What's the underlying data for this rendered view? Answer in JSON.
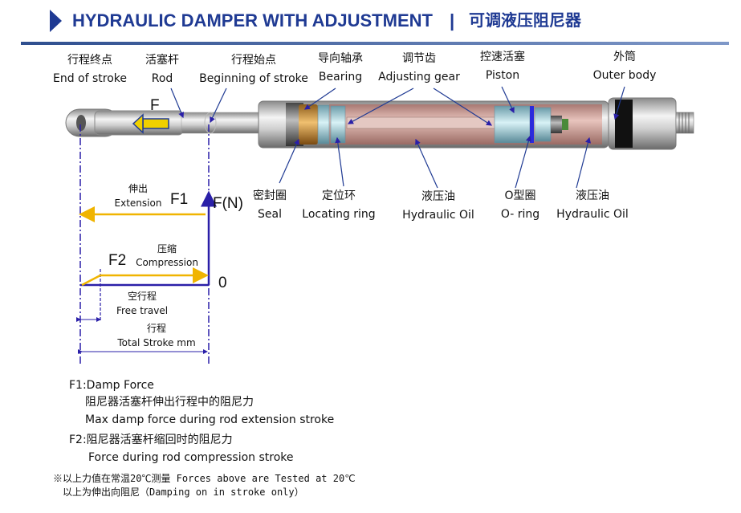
{
  "header": {
    "title_en": "HYDRAULIC DAMPER WITH ADJUSTMENT",
    "separator": "|",
    "title_cn": "可调液压阻尼器"
  },
  "labels": {
    "end_of_stroke": {
      "cn": "行程终点",
      "en": "End of stroke"
    },
    "rod": {
      "cn": "活塞杆",
      "en": "Rod"
    },
    "beginning_of_stroke": {
      "cn": "行程始点",
      "en": "Beginning of stroke"
    },
    "bearing": {
      "cn": "导向轴承",
      "en": "Bearing"
    },
    "adjusting_gear": {
      "cn": "调节齿",
      "en": "Adjusting gear"
    },
    "piston": {
      "cn": "控速活塞",
      "en": "Piston"
    },
    "outer_body": {
      "cn": "外筒",
      "en": "Outer body"
    },
    "seal": {
      "cn": "密封圈",
      "en": "Seal"
    },
    "locating_ring": {
      "cn": "定位环",
      "en": "Locating ring"
    },
    "hydraulic_oil_1": {
      "cn": "液压油",
      "en": "Hydraulic Oil"
    },
    "o_ring": {
      "cn": "O型圈",
      "en": "O- ring"
    },
    "hydraulic_oil_2": {
      "cn": "液压油",
      "en": "Hydraulic Oil"
    }
  },
  "force_diagram": {
    "force_label": "F",
    "axis_label": "F(N)",
    "zero_label": "0",
    "f1": "F1",
    "f2": "F2",
    "extension": {
      "cn": "伸出",
      "en": "Extension"
    },
    "compression": {
      "cn": "压缩",
      "en": "Compression"
    },
    "free_travel": {
      "cn": "空行程",
      "en": "Free travel"
    },
    "total_stroke": {
      "cn": "行程",
      "en": "Total Stroke mm"
    }
  },
  "notes": {
    "f1_title": "F1:Damp Force",
    "f1_cn": "阻尼器活塞杆伸出行程中的阻尼力",
    "f1_en": "Max damp force during rod extension stroke",
    "f2_title": "F2:阻尼器活塞杆缩回时的阻尼力",
    "f2_en": "Force during rod compression stroke",
    "footnote_1": "※以上力值在常温20℃测量 Forces above are Tested at 20℃",
    "footnote_2": "以上为伸出向阻尼（Damping on in stroke only）"
  },
  "colors": {
    "title_blue": "#1f3a93",
    "header_bar": "#2f4f8f",
    "arrow_orange": "#f0b400",
    "line_blue": "#2a1fa8",
    "oil_pink": "#d8a7a0"
  }
}
